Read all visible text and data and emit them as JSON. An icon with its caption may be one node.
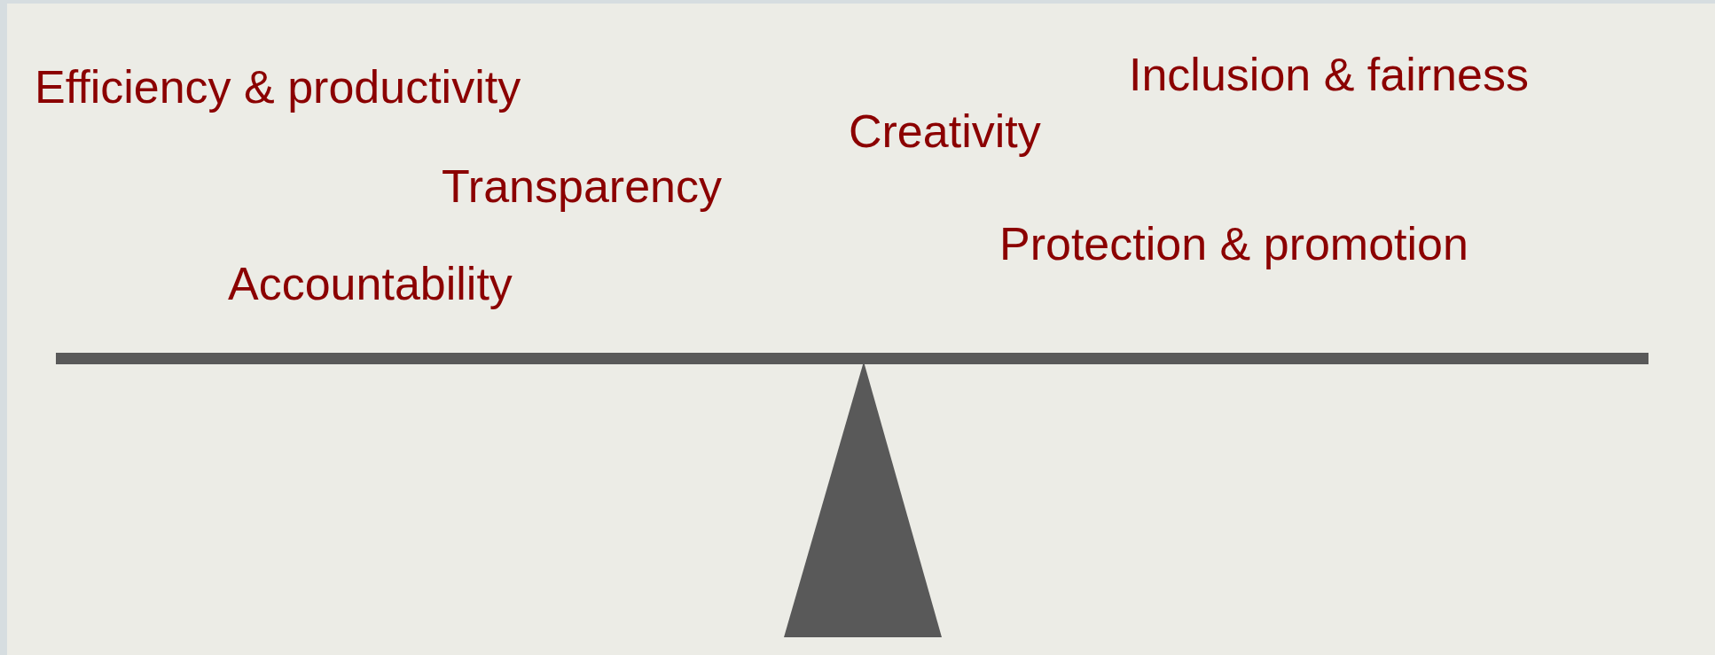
{
  "diagram": {
    "labels": [
      "Efficiency & productivity",
      "Inclusion & fairness",
      "Creativity",
      "Transparency",
      "Protection & promotion",
      "Accountability"
    ]
  }
}
